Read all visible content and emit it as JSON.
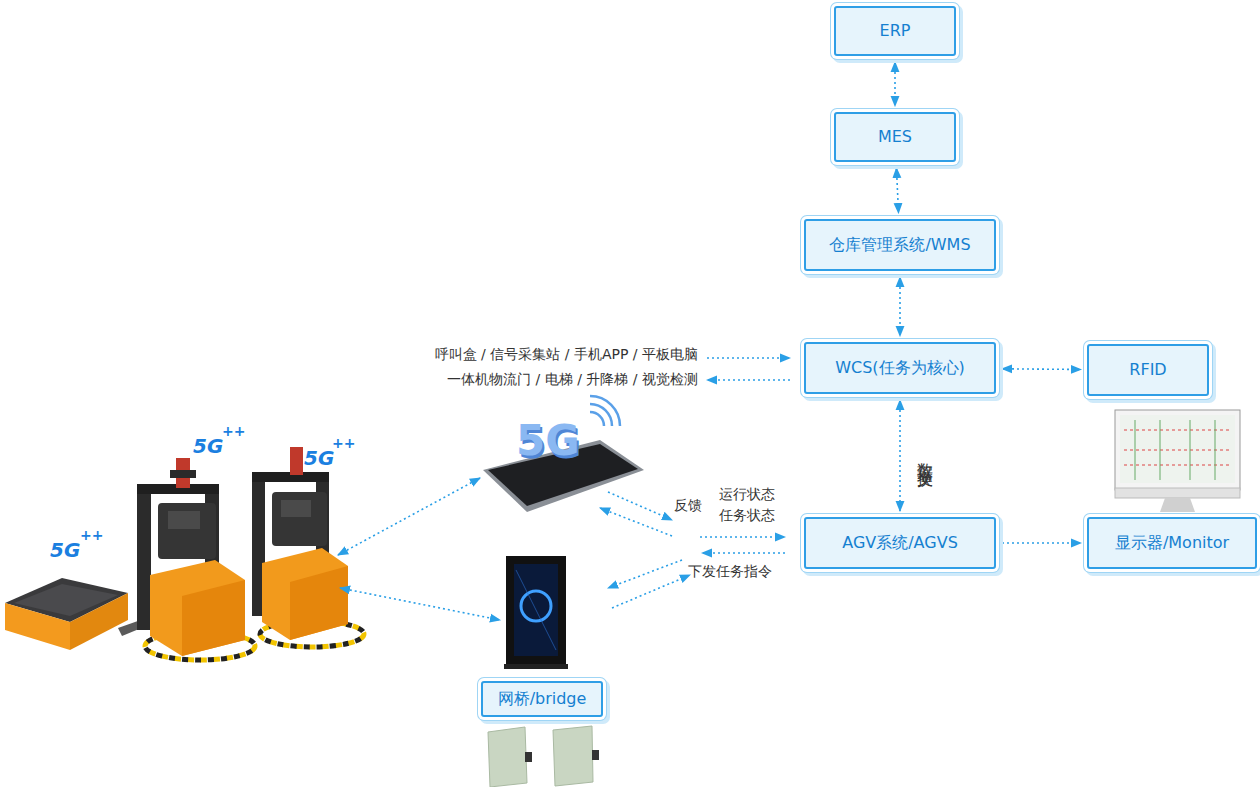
{
  "diagram": {
    "nodes": [
      {
        "text": [
          "ERP"
        ]
      },
      {
        "text": [
          "MES"
        ]
      },
      {
        "text": [
          "仓库管理系统/WMS"
        ]
      },
      {
        "text": [
          "WCS(任务为核心)"
        ]
      },
      {
        "text": [
          "RFID"
        ]
      },
      {
        "text": [
          "AGV系统/AGVS"
        ]
      },
      {
        "text": [
          "显示器/Monitor"
        ]
      },
      {
        "text": [
          "网桥/bridge"
        ]
      }
    ],
    "edges": [
      {
        "from": 0,
        "to": 1,
        "arrow": "both"
      },
      {
        "from": 1,
        "to": 2,
        "arrow": "both"
      },
      {
        "from": 2,
        "to": 3,
        "arrow": "both"
      },
      {
        "from": 3,
        "to": 4,
        "arrow": "both"
      },
      {
        "from": 3,
        "to": 5,
        "label": "数据交换",
        "arrow": "both"
      },
      {
        "from": 5,
        "to": 6,
        "arrow": "to"
      }
    ],
    "labels": [
      "呼叫盒 / 信号采集站 / 手机APP / 平板电脑",
      "一体机物流门 / 电梯 / 升降梯 / 视觉检测",
      "反馈",
      "运行状态",
      "任务状态",
      "下发任务指令",
      "5G",
      "++",
      "5G",
      "++",
      "5G",
      "++",
      "5G"
    ]
  }
}
